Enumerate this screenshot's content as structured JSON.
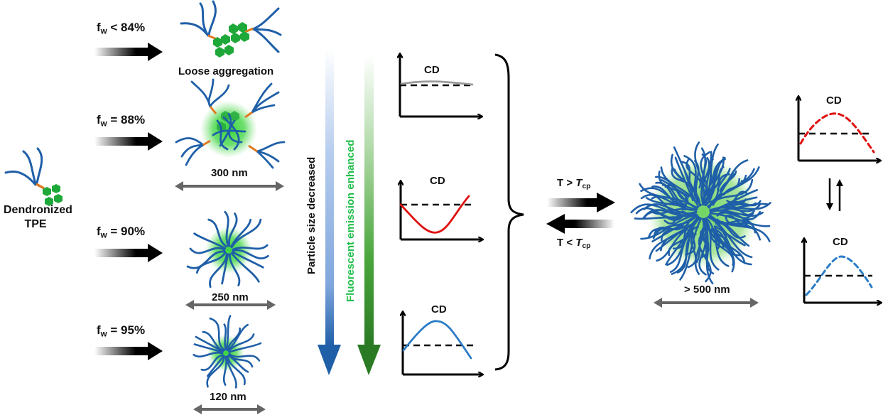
{
  "left_label": {
    "line1": "Dendronized",
    "line2": "TPE"
  },
  "conditions": [
    {
      "f": "f",
      "sub": "w",
      "rel": " < 84%"
    },
    {
      "f": "f",
      "sub": "w",
      "rel": " = 88%"
    },
    {
      "f": "f",
      "sub": "w",
      "rel": " = 90%"
    },
    {
      "f": "f",
      "sub": "w",
      "rel": " = 95%"
    }
  ],
  "aggregates": {
    "loose_label": "Loose aggregation",
    "sizes": [
      "300 nm",
      "250 nm",
      "120 nm"
    ],
    "large_size": "> 500 nm"
  },
  "trends": {
    "particle_size": "Particle size decreased",
    "fluorescence": "Fluorescent emission enhanced"
  },
  "temperature": {
    "forward": {
      "prefix": "T > ",
      "T": "T",
      "sub": "cp"
    },
    "reverse": {
      "prefix": "T < ",
      "T": "T",
      "sub": "cp"
    }
  },
  "cd_panels": {
    "label": "CD",
    "titles": [
      "CD",
      "CD",
      "CD",
      "CD",
      "CD"
    ]
  },
  "colors": {
    "chain": "#1f5fa8",
    "core": "#2fbf3a",
    "glow": "#39d43f",
    "linker": "#e07a22",
    "red_curve": "#e01010",
    "blue_curve": "#2a7cc7",
    "green_text": "#1fbf4a",
    "scale_arrow": "#666666"
  }
}
